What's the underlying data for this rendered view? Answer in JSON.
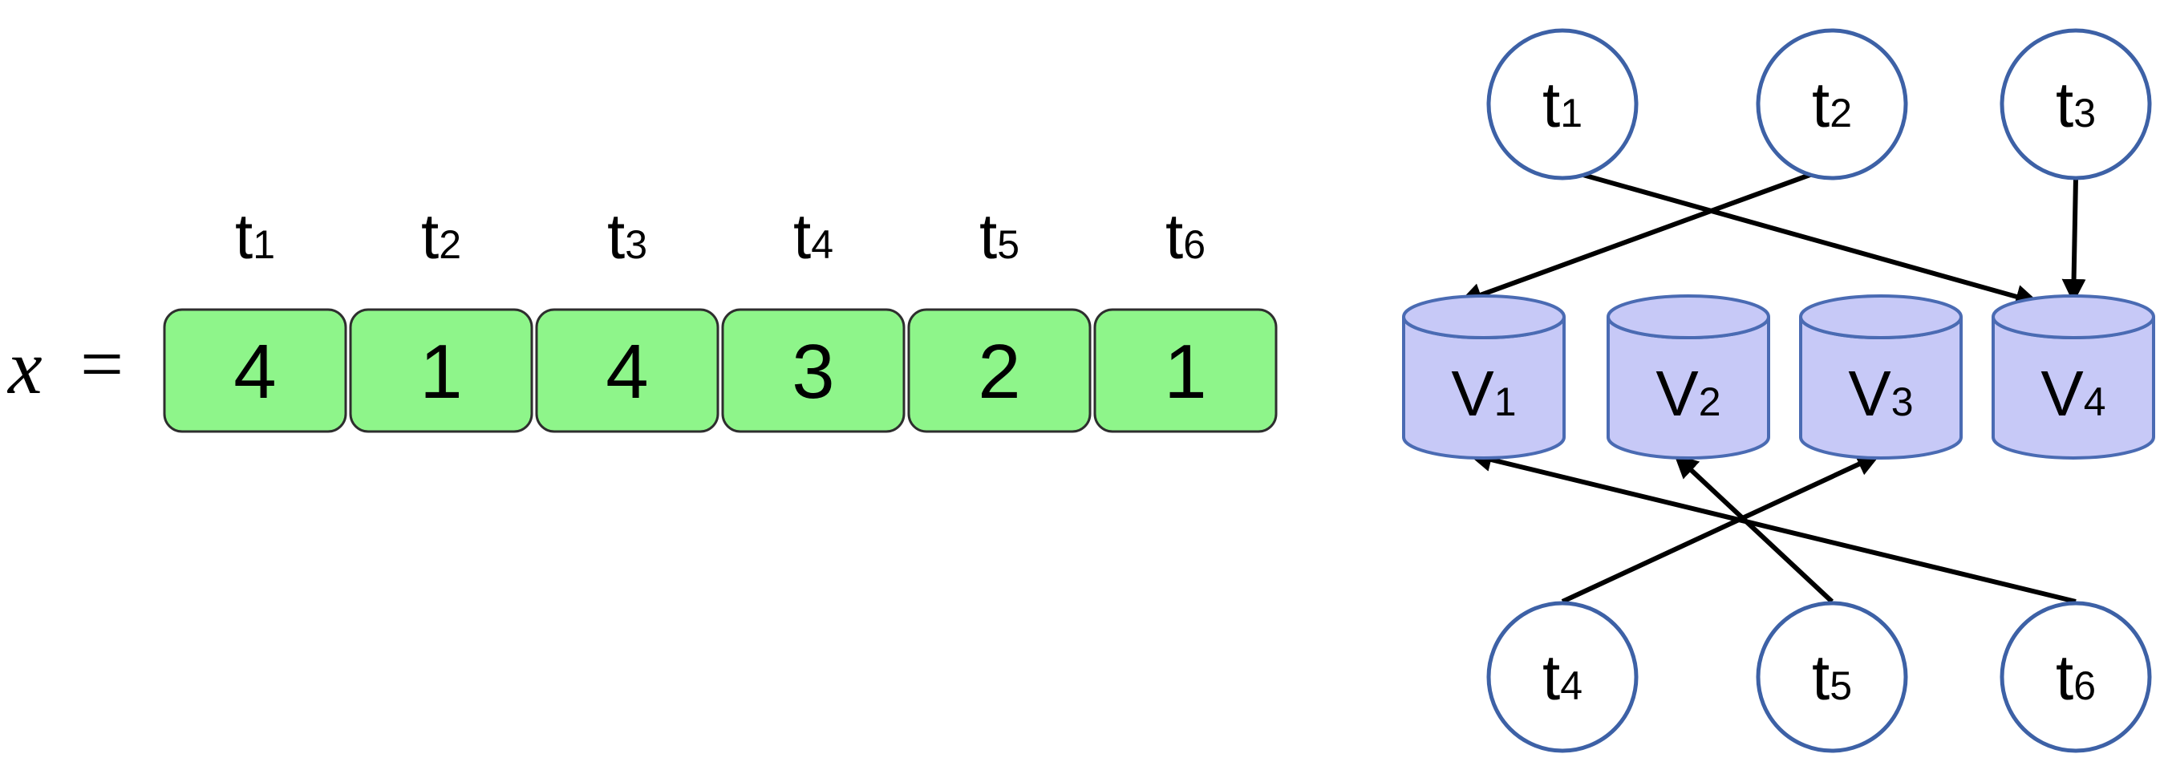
{
  "vector": {
    "symbol": "x",
    "equals": "=",
    "cells": [
      {
        "task": "t",
        "task_sub": "1",
        "value": "4"
      },
      {
        "task": "t",
        "task_sub": "2",
        "value": "1"
      },
      {
        "task": "t",
        "task_sub": "3",
        "value": "4"
      },
      {
        "task": "t",
        "task_sub": "4",
        "value": "3"
      },
      {
        "task": "t",
        "task_sub": "5",
        "value": "2"
      },
      {
        "task": "t",
        "task_sub": "6",
        "value": "1"
      }
    ]
  },
  "graph": {
    "tasks": [
      {
        "id": "t1",
        "base": "t",
        "sub": "1"
      },
      {
        "id": "t2",
        "base": "t",
        "sub": "2"
      },
      {
        "id": "t3",
        "base": "t",
        "sub": "3"
      },
      {
        "id": "t4",
        "base": "t",
        "sub": "4"
      },
      {
        "id": "t5",
        "base": "t",
        "sub": "5"
      },
      {
        "id": "t6",
        "base": "t",
        "sub": "6"
      }
    ],
    "vms": [
      {
        "id": "V1",
        "base": "V",
        "sub": "1"
      },
      {
        "id": "V2",
        "base": "V",
        "sub": "2"
      },
      {
        "id": "V3",
        "base": "V",
        "sub": "3"
      },
      {
        "id": "V4",
        "base": "V",
        "sub": "4"
      }
    ],
    "edges": [
      {
        "from": "t1",
        "to": "V4"
      },
      {
        "from": "t2",
        "to": "V1"
      },
      {
        "from": "t3",
        "to": "V4"
      },
      {
        "from": "t4",
        "to": "V3"
      },
      {
        "from": "t5",
        "to": "V2"
      },
      {
        "from": "t6",
        "to": "V1"
      }
    ]
  },
  "colors": {
    "cell_fill": "#8ef58a",
    "cell_stroke": "#2e2e2e",
    "circle_fill": "#ffffff",
    "circle_stroke": "#3d61a6",
    "cylinder_fill": "#c7c9f7",
    "cylinder_stroke": "#4a6bb3",
    "arrow": "#000000"
  }
}
